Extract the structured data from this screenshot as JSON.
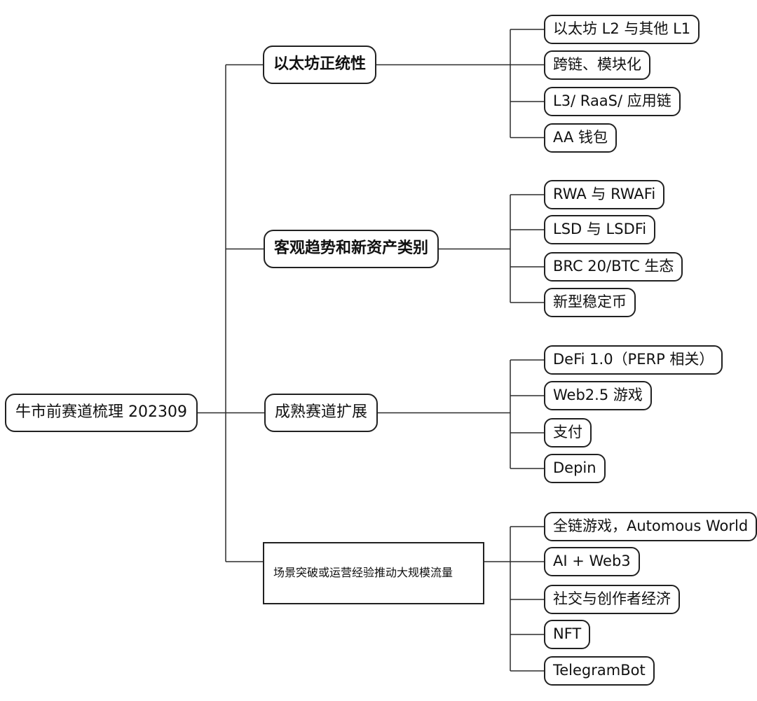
{
  "diagram": {
    "root": {
      "label": "牛市前赛道梳理 202309"
    },
    "branches": [
      {
        "label": "以太坊正统性",
        "children": [
          "以太坊 L2 与其他 L1",
          "跨链、模块化",
          "L3/ RaaS/ 应用链",
          "AA 钱包"
        ]
      },
      {
        "label": "客观趋势和新资产类别",
        "children": [
          "RWA 与 RWAFi",
          "LSD 与 LSDFi",
          "BRC 20/BTC 生态",
          "新型稳定币"
        ]
      },
      {
        "label": "成熟赛道扩展",
        "children": [
          "DeFi 1.0（PERP 相关）",
          "Web2.5 游戏",
          "支付",
          "Depin"
        ]
      },
      {
        "label": "场景突破或运营经验推动大规模流量",
        "children": [
          "全链游戏，Automous World",
          "AI + Web3",
          "社交与创作者经济",
          "NFT",
          "TelegramBot"
        ]
      }
    ],
    "colors": {
      "line": "#2b2b2b",
      "node_border": "#212121",
      "node_fill": "#ffffff",
      "text": "#111111",
      "background": "#ffffff"
    }
  }
}
